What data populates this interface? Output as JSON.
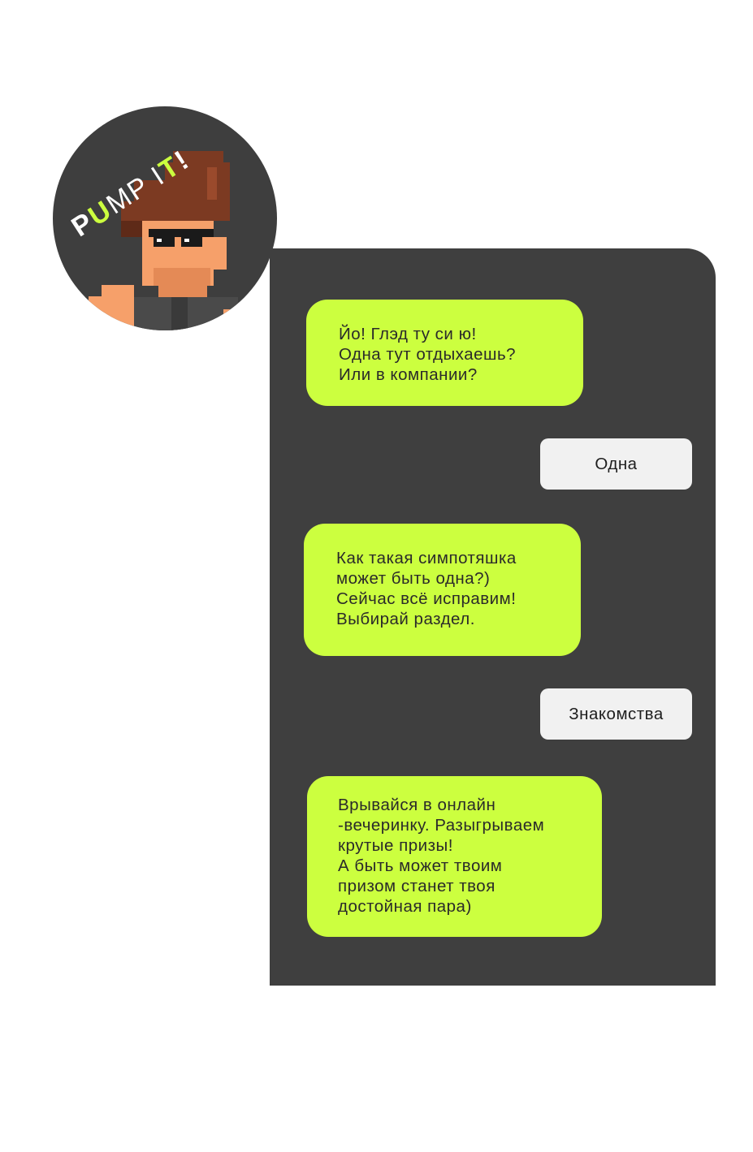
{
  "brand": {
    "logo_text": "PUMP IT!",
    "accent_color": "#ccff3f",
    "avatar_icon": "pixel-character-icon"
  },
  "chat": {
    "background": "#3f3f3f",
    "messages": [
      {
        "from": "bot",
        "lines": [
          "Йо! Глэд ту си ю!",
          "Одна тут отдыхаешь?",
          "Или в компании?"
        ]
      },
      {
        "from": "user",
        "text": "Одна"
      },
      {
        "from": "bot",
        "lines": [
          "Как такая симпотяшка",
          "может быть одна?)",
          "Сейчас всё исправим!",
          "Выбирай раздел."
        ]
      },
      {
        "from": "user",
        "text": "Знакомства"
      },
      {
        "from": "bot",
        "lines": [
          "Врывайся в онлайн",
          "-вечеринку. Разыгрываем",
          "крутые призы!",
          "А быть может твоим",
          "призом станет твоя",
          "достойная пара)"
        ]
      }
    ]
  }
}
